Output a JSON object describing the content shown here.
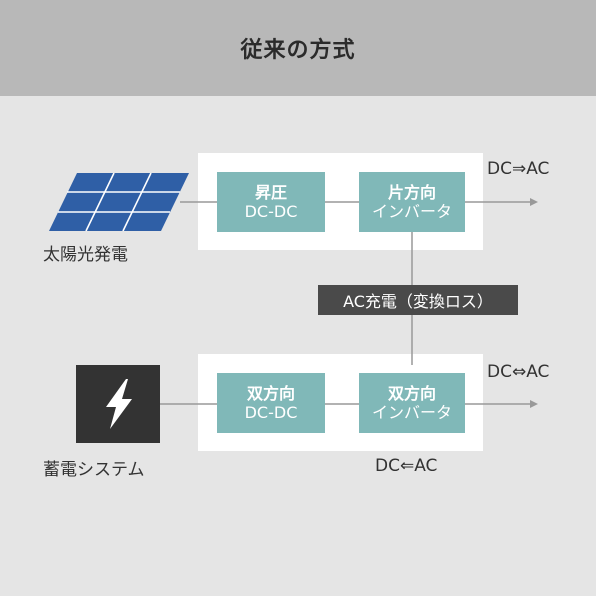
{
  "header": {
    "title": "従来の方式"
  },
  "blocks": {
    "boost": {
      "line1": "昇圧",
      "line2": "DC-DC"
    },
    "one_way_inverter": {
      "line1": "片方向",
      "line2": "インバータ"
    },
    "bidirectional_dcdc": {
      "line1": "双方向",
      "line2": "DC-DC"
    },
    "bidirectional_inverter": {
      "line1": "双方向",
      "line2": "インバータ"
    }
  },
  "labels": {
    "solar": "太陽光発電",
    "battery": "蓄電システム",
    "dc_to_ac": "DC⇒AC",
    "dc_ac_bidir": "DC⇔AC",
    "ac_to_dc": "DC⇐AC",
    "ac_charge": "AC充電（変換ロス）"
  },
  "colors": {
    "header_bg": "#b8b8b8",
    "page_bg": "#e5e5e5",
    "block_fill": "#80b8b8",
    "badge_bg": "#4a4a4a",
    "solar_panel": "#2f5fa6",
    "battery_bg": "#333333"
  },
  "icons": {
    "solar": "solar-panel-icon",
    "battery": "lightning-bolt-icon"
  }
}
